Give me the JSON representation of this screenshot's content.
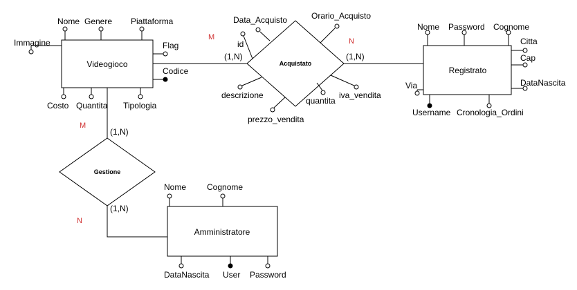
{
  "entities": {
    "videogioco": "Videogioco",
    "registrato": "Registrato",
    "amministratore": "Amministratore"
  },
  "relationships": {
    "acquistato": "Acquistato",
    "gestione": "Gestione"
  },
  "attributes": {
    "videogioco": {
      "immagine": "Immagine",
      "nome": "Nome",
      "genere": "Genere",
      "piattaforma": "Piattaforma",
      "flag": "Flag",
      "codice": "Codice",
      "costo": "Costo",
      "quantita": "Quantita",
      "tipologia": "Tipologia"
    },
    "acquistato": {
      "data_acquisto": "Data_Acquisto",
      "orario_acquisto": "Orario_Acquisto",
      "id": "id",
      "descrizione": "descrizione",
      "prezzo_vendita": "prezzo_vendita",
      "quantita": "quantita",
      "iva_vendita": "iva_vendita"
    },
    "registrato": {
      "nome": "Nome",
      "password": "Password",
      "cognome": "Cognome",
      "citta": "Citta",
      "cap": "Cap",
      "datanascita": "DataNascita",
      "via": "Via",
      "username": "Username",
      "cronologia_ordini": "Cronologia_Ordini"
    },
    "amministratore": {
      "nome": "Nome",
      "cognome": "Cognome",
      "datanascita": "DataNascita",
      "user": "User",
      "password": "Password"
    }
  },
  "cardinalities": {
    "videogioco_acquistato": "(1,N)",
    "registrato_acquistato": "(1,N)",
    "videogioco_gestione": "(1,N)",
    "amministratore_gestione": "(1,N)"
  },
  "multiplicity_marks": {
    "acquistato_left": "M",
    "acquistato_right": "N",
    "gestione_top": "M",
    "gestione_bottom": "N"
  },
  "colors": {
    "line": "#000000",
    "multiplicity": "#d03030"
  }
}
